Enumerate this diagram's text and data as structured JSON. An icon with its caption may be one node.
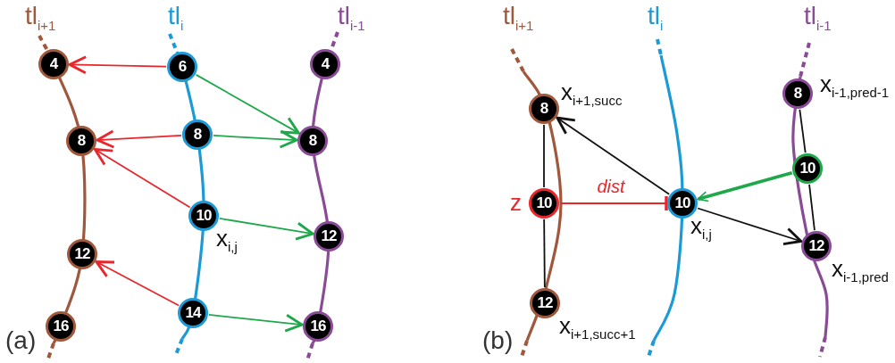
{
  "diagram": {
    "nodes": [
      {
        "text": [
          "4"
        ]
      },
      {
        "text": [
          "8"
        ]
      },
      {
        "text": [
          "12"
        ]
      },
      {
        "text": [
          "16"
        ]
      },
      {
        "text": [
          "6"
        ]
      },
      {
        "text": [
          "8"
        ]
      },
      {
        "text": [
          "10"
        ],
        "beside": [
          "x$_{i,j}$"
        ]
      },
      {
        "text": [
          "14"
        ]
      },
      {
        "text": [
          "4"
        ]
      },
      {
        "text": [
          "8"
        ]
      },
      {
        "text": [
          "12"
        ]
      },
      {
        "text": [
          "16"
        ]
      },
      {
        "text": [
          "8"
        ],
        "beside": [
          "x$_{i+1,succ}$"
        ]
      },
      {
        "text": [
          "10"
        ],
        "beside": [
          "z"
        ]
      },
      {
        "text": [
          "12"
        ],
        "beside": [
          "x$_{i+1,succ+1}$"
        ]
      },
      {
        "text": [
          "10"
        ],
        "beside": [
          "x$_{i,j}$"
        ]
      },
      {
        "text": [
          "8"
        ],
        "beside": [
          "x$_{i-1,pred-1}$"
        ]
      },
      {
        "text": [
          "10"
        ]
      },
      {
        "text": [
          "12"
        ],
        "beside": [
          "x$_{i-1,pred}$"
        ]
      }
    ],
    "edges": [
      {
        "from": 4,
        "to": 0,
        "arrow": "to",
        "color": "#e8262b"
      },
      {
        "from": 5,
        "to": 1,
        "arrow": "to",
        "color": "#e8262b"
      },
      {
        "from": 6,
        "to": 1,
        "arrow": "to",
        "color": "#e8262b"
      },
      {
        "from": 7,
        "to": 2,
        "arrow": "to",
        "color": "#e8262b"
      },
      {
        "from": 4,
        "to": 9,
        "arrow": "to",
        "color": "#1ea84a"
      },
      {
        "from": 5,
        "to": 9,
        "arrow": "to",
        "color": "#1ea84a"
      },
      {
        "from": 6,
        "to": 10,
        "arrow": "to",
        "color": "#1ea84a"
      },
      {
        "from": 7,
        "to": 11,
        "arrow": "to",
        "color": "#1ea84a"
      },
      {
        "from": 15,
        "to": 12,
        "arrow": "to"
      },
      {
        "from": 15,
        "to": 18,
        "arrow": "to"
      },
      {
        "from": 17,
        "to": 15,
        "arrow": "to",
        "style": "thick",
        "color": "#1ea84a"
      },
      {
        "from": 13,
        "to": 15,
        "arrow": "other",
        "label": "dist",
        "color": "#e8262b"
      },
      {
        "from": 12,
        "to": 13,
        "arrow": "none"
      },
      {
        "from": 13,
        "to": 14,
        "arrow": "none"
      },
      {
        "from": 16,
        "to": 17,
        "arrow": "none"
      },
      {
        "from": 17,
        "to": 18,
        "arrow": "none"
      }
    ],
    "labels": [
      "tl$_{i+1}$",
      "tl$_{i}$",
      "tl$_{i-1}$",
      "(a)",
      "tl$_{i+1}$",
      "tl$_{i}$",
      "tl$_{i-1}$",
      "(b)"
    ]
  }
}
